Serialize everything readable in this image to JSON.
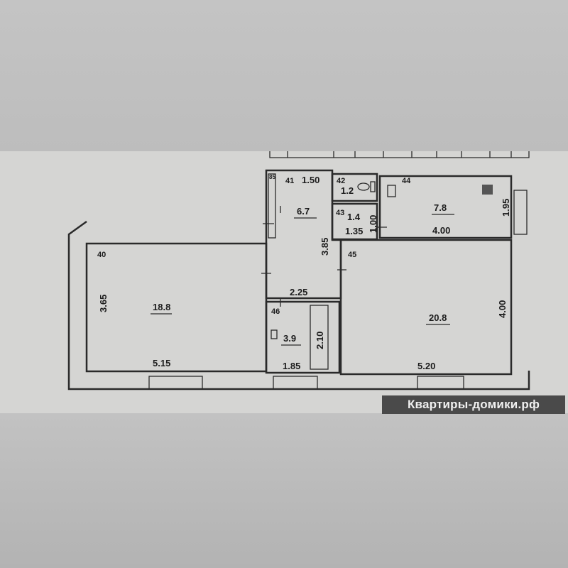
{
  "rooms": [
    {
      "number": "40",
      "area": "18.8",
      "width": "5.15",
      "depth": "3.65"
    },
    {
      "number": "41",
      "area": "6.7",
      "width": "1.50",
      "depth": "3.85",
      "extra_width": "2.25"
    },
    {
      "number": "42",
      "area": "1.2"
    },
    {
      "number": "43",
      "area": "1.4",
      "width": "1.35",
      "depth": "1.00"
    },
    {
      "number": "44",
      "area": "7.8",
      "width": "4.00",
      "depth": "1.95"
    },
    {
      "number": "45",
      "area": "20.8",
      "width": "5.20",
      "depth": "4.00"
    },
    {
      "number": "46",
      "area": "3.9",
      "width": "1.85",
      "depth": "2.10"
    }
  ],
  "closet_label": "85",
  "watermark": "Квартиры-домики.рф",
  "colors": {
    "paper": "#d5d5d3",
    "ink": "#2a2a2a",
    "watermark_bg": "#4a4a4a",
    "watermark_accent": "#8bc34a"
  }
}
